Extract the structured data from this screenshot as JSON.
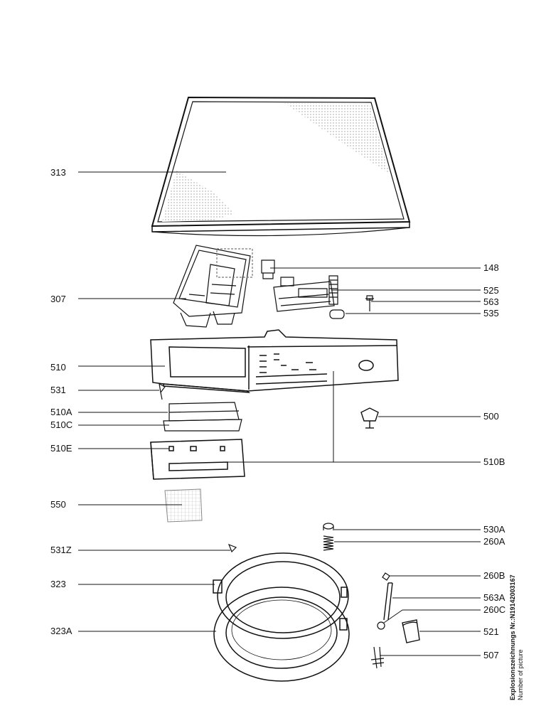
{
  "labels": {
    "313": "313",
    "307": "307",
    "148": "148",
    "525": "525",
    "563": "563",
    "535": "535",
    "510": "510",
    "531": "531",
    "510A": "510A",
    "510C": "510C",
    "510E": "510E",
    "500": "500",
    "510B": "510B",
    "550": "550",
    "530A": "530A",
    "260A": "260A",
    "531Z": "531Z",
    "260B": "260B",
    "323": "323",
    "563A": "563A",
    "260C": "260C",
    "323A": "323A",
    "521": "521",
    "507": "507"
  },
  "side_text": {
    "line1": "Explosionszeichnungs  Nr.:N19142003167",
    "line2": "Number of picture"
  }
}
